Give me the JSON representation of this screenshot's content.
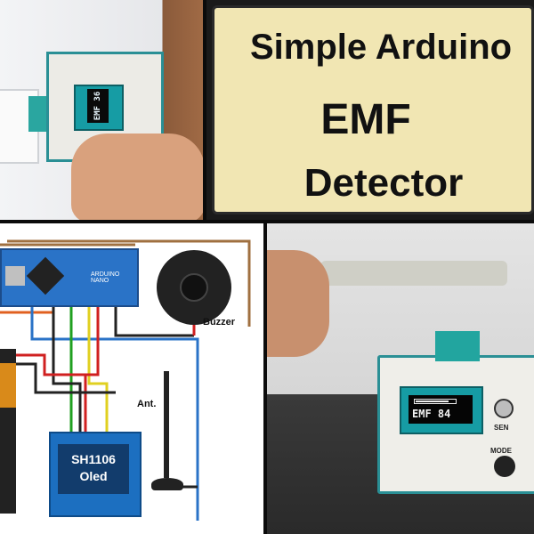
{
  "title": {
    "line1": "Simple Arduino",
    "line2": "EMF",
    "line3": "Detector"
  },
  "photo1": {
    "oled_text": "EMF 36"
  },
  "schematic": {
    "buzzer_label": "Buzzer",
    "antenna_label": "Ant.",
    "oled_line1": "SH1106",
    "oled_line2": "Oled",
    "arduino_label": "ARDUINO NANO"
  },
  "photo2": {
    "oled_text": "EMF 84",
    "level_fraction": 0.84,
    "sen_label": "SEN",
    "mode_label": "MODE"
  },
  "colors": {
    "title_bg": "#f1e6b3",
    "teal": "#169ca4",
    "arduino_blue": "#2a73c7"
  }
}
